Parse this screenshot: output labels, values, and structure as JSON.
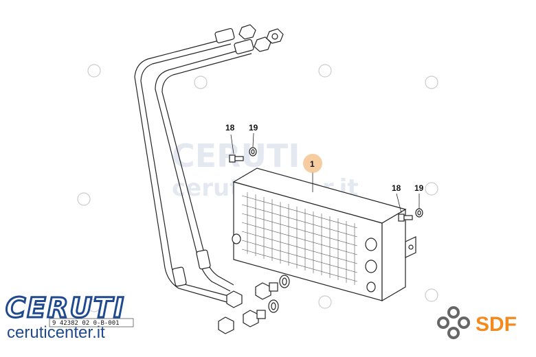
{
  "callouts": {
    "part_1": "1",
    "part_18_a": "18",
    "part_19_a": "19",
    "part_18_b": "18",
    "part_19_b": "19"
  },
  "brand": {
    "ceruti_logo": "CERUTI",
    "drawing_code": "9 42382 02 0-B-001",
    "website": "ceruticenter.it",
    "sdf_logo": "SDF"
  },
  "colors": {
    "logo_blue": "#1f4a8f",
    "sdf_orange": "#f28a1e",
    "callout_fill": "#f4c08a",
    "line": "#222222"
  }
}
